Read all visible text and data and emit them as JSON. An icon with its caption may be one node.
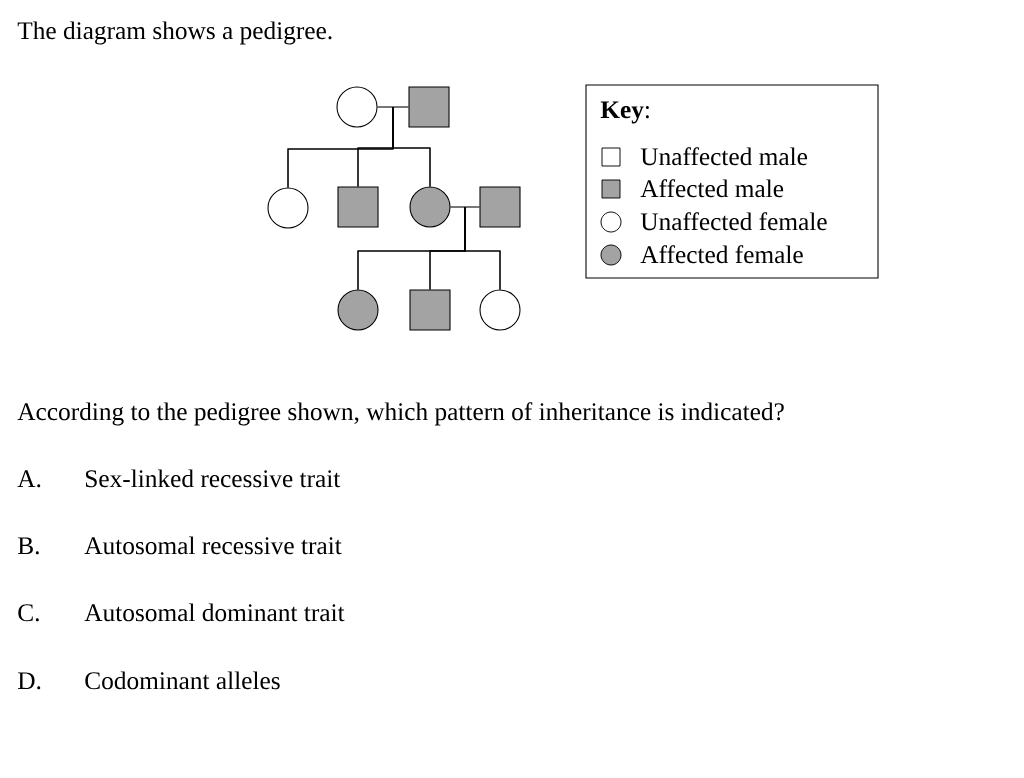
{
  "diagram": {
    "title": "The diagram shows a pedigree.",
    "nodes": [
      {
        "text": [],
        "shape": "circle"
      },
      {
        "text": [],
        "shape": "box"
      },
      {
        "text": [],
        "shape": "circle"
      },
      {
        "text": [],
        "shape": "box"
      },
      {
        "text": [],
        "shape": "circle"
      },
      {
        "text": [],
        "shape": "box"
      },
      {
        "text": [],
        "shape": "circle"
      },
      {
        "text": [],
        "shape": "box"
      },
      {
        "text": [],
        "shape": "circle"
      }
    ],
    "edges": [
      {
        "from": 0,
        "to": 1,
        "arrow": "none"
      },
      {
        "from": 0,
        "to": 2,
        "arrow": "none"
      },
      {
        "from": 0,
        "to": 3,
        "arrow": "none"
      },
      {
        "from": 0,
        "to": 4,
        "arrow": "none"
      },
      {
        "from": 1,
        "to": 2,
        "arrow": "none"
      },
      {
        "from": 1,
        "to": 3,
        "arrow": "none"
      },
      {
        "from": 1,
        "to": 4,
        "arrow": "none"
      },
      {
        "from": 4,
        "to": 5,
        "arrow": "none"
      },
      {
        "from": 4,
        "to": 6,
        "arrow": "none"
      },
      {
        "from": 4,
        "to": 7,
        "arrow": "none"
      },
      {
        "from": 4,
        "to": 8,
        "arrow": "none"
      },
      {
        "from": 5,
        "to": 6,
        "arrow": "none"
      },
      {
        "from": 5,
        "to": 7,
        "arrow": "none"
      },
      {
        "from": 5,
        "to": 8,
        "arrow": "none"
      }
    ],
    "labels": [
      "**Key**:",
      "According to the pedigree shown, which pattern of inheritance is indicated?",
      "A.",
      "Sex-linked recessive trait",
      "B.",
      "Autosomal recessive trait",
      "C.",
      "Autosomal dominant trait",
      "D.",
      "Codominant alleles"
    ],
    "legend": [
      {
        "text": "Unaffected male"
      },
      {
        "text": "Affected male"
      },
      {
        "text": "Unaffected female"
      },
      {
        "text": "Affected female"
      }
    ]
  }
}
